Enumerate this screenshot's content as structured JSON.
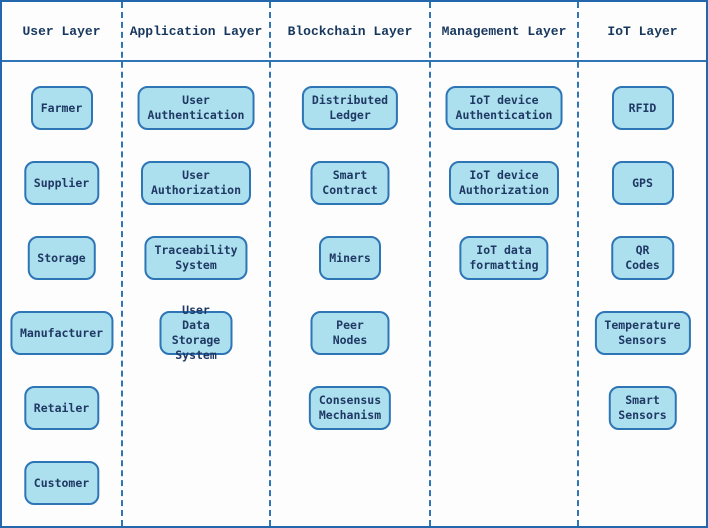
{
  "diagram": {
    "title": "Blockchain-IoT layered architecture diagram",
    "colors": {
      "frame_border": "#2466ac",
      "separator": "#2e75b6",
      "box_fill": "#ace0ee",
      "box_border": "#2e75b6",
      "box_text": "#1f3864",
      "header_text": "#17375d",
      "background": "#fdfdfd"
    },
    "columns": [
      {
        "header": "User Layer",
        "boxes": [
          {
            "label": "Farmer"
          },
          {
            "label": "Supplier"
          },
          {
            "label": "Storage"
          },
          {
            "label": "Manufacturer"
          },
          {
            "label": "Retailer"
          },
          {
            "label": "Customer"
          }
        ]
      },
      {
        "header": "Application Layer",
        "boxes": [
          {
            "label": "User\nAuthentication"
          },
          {
            "label": "User\nAuthorization"
          },
          {
            "label": "Traceability\nSystem"
          },
          {
            "label": "User Data\nStorage System"
          }
        ]
      },
      {
        "header": "Blockchain Layer",
        "boxes": [
          {
            "label": "Distributed Ledger"
          },
          {
            "label": "Smart Contract"
          },
          {
            "label": "Miners"
          },
          {
            "label": "Peer Nodes"
          },
          {
            "label": "Consensus\nMechanism"
          }
        ]
      },
      {
        "header": "Management Layer",
        "boxes": [
          {
            "label": "IoT device\nAuthentication"
          },
          {
            "label": "IoT device\nAuthorization"
          },
          {
            "label": "IoT data\nformatting"
          }
        ]
      },
      {
        "header": "IoT Layer",
        "boxes": [
          {
            "label": "RFID"
          },
          {
            "label": "GPS"
          },
          {
            "label": "QR Codes"
          },
          {
            "label": "Temperature\nSensors"
          },
          {
            "label": "Smart Sensors"
          }
        ]
      }
    ]
  }
}
